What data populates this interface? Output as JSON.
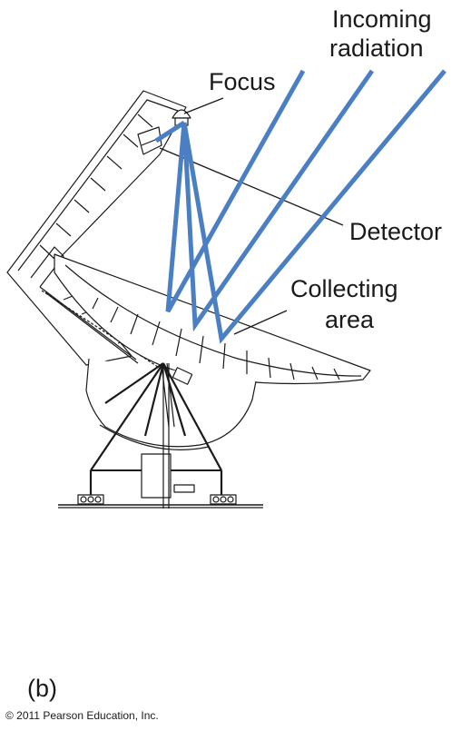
{
  "labels": {
    "incoming_line1": "Incoming",
    "incoming_line2": "radiation",
    "focus": "Focus",
    "detector": "Detector",
    "collecting_line1": "Collecting",
    "collecting_line2": "area",
    "panel": "(b)",
    "copyright": "© 2011 Pearson Education, Inc."
  },
  "colors": {
    "ray": "#4a7fc4",
    "line": "#1a1a1a",
    "background": "#ffffff"
  }
}
